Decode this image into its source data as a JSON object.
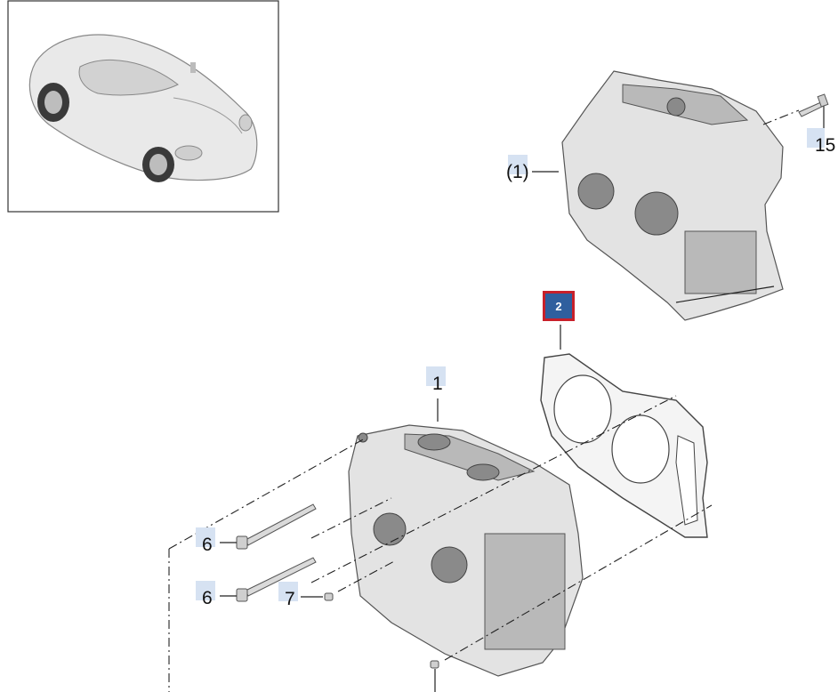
{
  "callouts": {
    "c15": "15",
    "c1_paren": "(1)",
    "c2": "2",
    "c1": "1",
    "c6a": "6",
    "c6b": "6",
    "c7": "7"
  },
  "colors": {
    "selected_fill": "#2f5f9e",
    "selected_border": "#c8202a",
    "callout_bg": "#d6e2f2"
  }
}
